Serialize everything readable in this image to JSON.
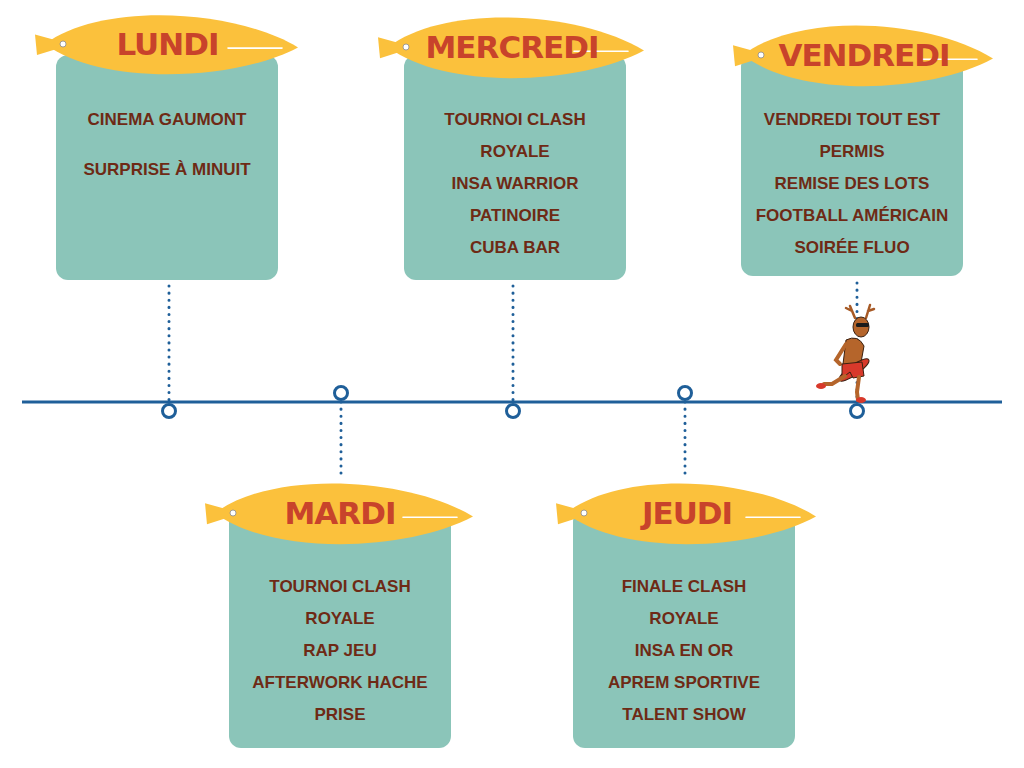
{
  "diagram": {
    "nodes": [
      {
        "text": [
          "LUNDI",
          "CINEMA GAUMONT",
          "SURPRISE À MINUIT"
        ]
      },
      {
        "text": [
          "MARDI",
          "TOURNOI CLASH ROYALE",
          "RAP JEU",
          "AFTERWORK HACHE PRISE"
        ]
      },
      {
        "text": [
          "MERCREDI",
          "TOURNOI CLASH ROYALE",
          "INSA WARRIOR",
          "PATINOIRE",
          "CUBA BAR"
        ]
      },
      {
        "text": [
          "JEUDI",
          "FINALE CLASH ROYALE",
          "INSA EN OR",
          "APREM SPORTIVE",
          "TALENT SHOW"
        ]
      },
      {
        "text": [
          "VENDREDI",
          "VENDREDI TOUT EST PERMIS",
          "REMISE DES LOTS",
          "FOOTBALL AMÉRICAIN",
          "SOIRÉE FLUO"
        ]
      }
    ]
  }
}
